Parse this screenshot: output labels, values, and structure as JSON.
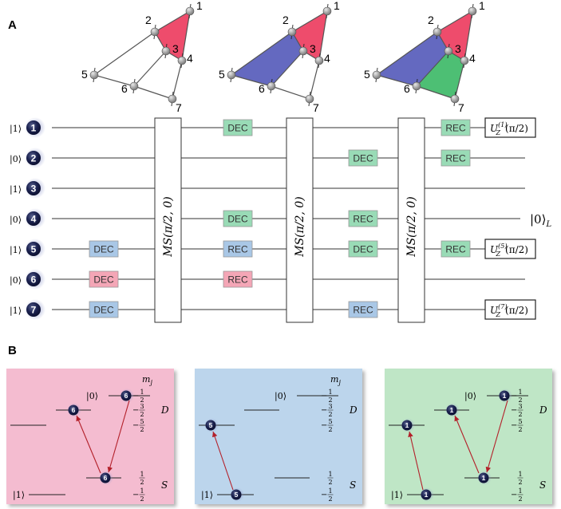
{
  "panel_a": {
    "label": "A",
    "vertex_labels": [
      "1",
      "2",
      "3",
      "4",
      "5",
      "6",
      "7"
    ],
    "plaquette_colors": {
      "red": "#ee4c6c",
      "blue": "#6469c0",
      "green": "#4dbf74"
    },
    "qubits": [
      {
        "number": "1",
        "state": "|1⟩"
      },
      {
        "number": "2",
        "state": "|0⟩"
      },
      {
        "number": "3",
        "state": "|1⟩"
      },
      {
        "number": "4",
        "state": "|0⟩"
      },
      {
        "number": "5",
        "state": "|1⟩"
      },
      {
        "number": "6",
        "state": "|0⟩"
      },
      {
        "number": "7",
        "state": "|1⟩"
      }
    ],
    "ms_gate_label": "MS(π/2, 0)",
    "gate_colors": {
      "blue": "#a9c7e6",
      "red": "#f4a6b6",
      "green": "#99dbb6"
    },
    "gates": [
      {
        "text": "DEC",
        "color": "blue",
        "qubit": 5,
        "col": 0
      },
      {
        "text": "DEC",
        "color": "red",
        "qubit": 6,
        "col": 0
      },
      {
        "text": "DEC",
        "color": "blue",
        "qubit": 7,
        "col": 0
      },
      {
        "text": "DEC",
        "color": "green",
        "qubit": 1,
        "col": 1
      },
      {
        "text": "DEC",
        "color": "green",
        "qubit": 4,
        "col": 1
      },
      {
        "text": "REC",
        "color": "blue",
        "qubit": 5,
        "col": 1
      },
      {
        "text": "REC",
        "color": "red",
        "qubit": 6,
        "col": 1
      },
      {
        "text": "DEC",
        "color": "green",
        "qubit": 2,
        "col": 2
      },
      {
        "text": "REC",
        "color": "green",
        "qubit": 4,
        "col": 2
      },
      {
        "text": "DEC",
        "color": "green",
        "qubit": 5,
        "col": 2
      },
      {
        "text": "REC",
        "color": "blue",
        "qubit": 7,
        "col": 2
      },
      {
        "text": "REC",
        "color": "green",
        "qubit": 1,
        "col": 3
      },
      {
        "text": "REC",
        "color": "green",
        "qubit": 2,
        "col": 3
      },
      {
        "text": "REC",
        "color": "green",
        "qubit": 5,
        "col": 3
      }
    ],
    "output_ops": [
      {
        "qubit": 1,
        "sup": "(1)"
      },
      {
        "qubit": 5,
        "sup": "(5)"
      },
      {
        "qubit": 7,
        "sup": "(7)"
      }
    ],
    "output_op_base": "U",
    "output_op_sub": "Z",
    "output_op_arg": "(π/2)",
    "logical_state": "|0⟩",
    "logical_state_sub": "L"
  },
  "panel_b": {
    "label": "B",
    "mj_label": "m",
    "mj_sub": "j",
    "d_label": "D",
    "s_label": "S",
    "ket0": "|0⟩",
    "ket1": "|1⟩",
    "d_sublevels": [
      "−1/2",
      "−3/2",
      "−5/2"
    ],
    "s_sublevels": [
      "1/2",
      "−1/2"
    ],
    "boxes": [
      {
        "name": "red",
        "bg": "#f4bcd0",
        "ion": "6"
      },
      {
        "name": "blue",
        "bg": "#bcd5ec",
        "ion": "5"
      },
      {
        "name": "green",
        "bg": "#bfe6c6",
        "ion": "1"
      }
    ]
  }
}
